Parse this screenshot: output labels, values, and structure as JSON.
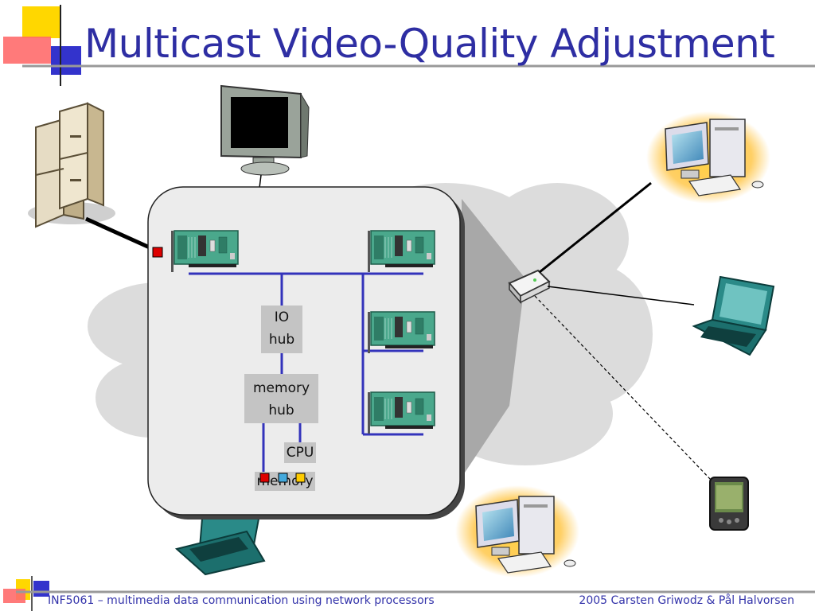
{
  "slide": {
    "title": "Multicast Video-Quality Adjustment"
  },
  "router_box": {
    "io_hub": [
      "IO",
      "hub"
    ],
    "memory_hub": [
      "memory",
      "hub"
    ],
    "cpu": "CPU",
    "memory": "memory"
  },
  "footer": {
    "left": "INF5061 – multimedia data communication using network processors",
    "right": "2005 Carsten Griwodz & Pål Halvorsen"
  },
  "colors": {
    "title": "#2e2ea3",
    "bus": "#3333bb",
    "card_board": "#4aa88c",
    "marker_red": "#dd0000",
    "marker_blue": "#44aadd",
    "marker_yellow": "#ffcc00"
  }
}
